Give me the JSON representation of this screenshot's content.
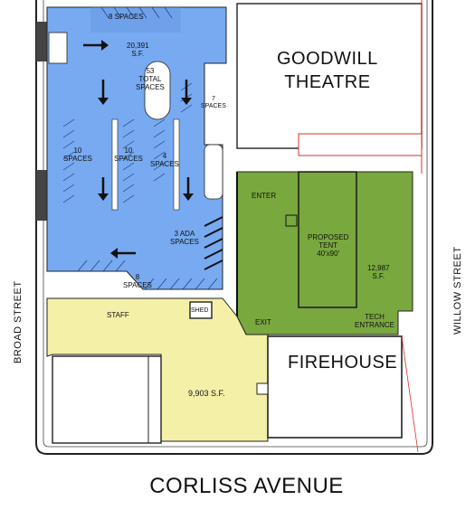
{
  "streets": {
    "bottom": "CORLISS AVENUE",
    "left": "BROAD STREET",
    "right": "WILLOW STREET"
  },
  "buildings": {
    "goodwill": "GOODWILL\nTHEATRE",
    "firehouse": "FIREHOUSE",
    "shed": "SHED"
  },
  "parking": {
    "top_spaces": "8 SPACES",
    "area": "20,391\nS.F.",
    "total": "53\nTOTAL\nSPACES",
    "right_spaces": "7\nSPACES",
    "left_row": "10\nSPACES",
    "mid_row": "10\nSPACES",
    "right_row": "4\nSPACES",
    "ada": "3 ADA\nSPACES",
    "bottom_spaces": "8\nSPACES",
    "staff": "STAFF"
  },
  "event_area": {
    "enter": "ENTER",
    "exit": "EXIT",
    "tent": "PROPOSED\nTENT\n40'x90'",
    "area": "12,987\nS.F.",
    "tech": "TECH\nENTRANCE"
  },
  "lot": {
    "area": "9,903 S.F."
  },
  "colors": {
    "parking": "#77aaf0",
    "event": "#79a83e",
    "lot": "#f4f0a8",
    "property_line": "#d9302a",
    "line": "#222222"
  }
}
